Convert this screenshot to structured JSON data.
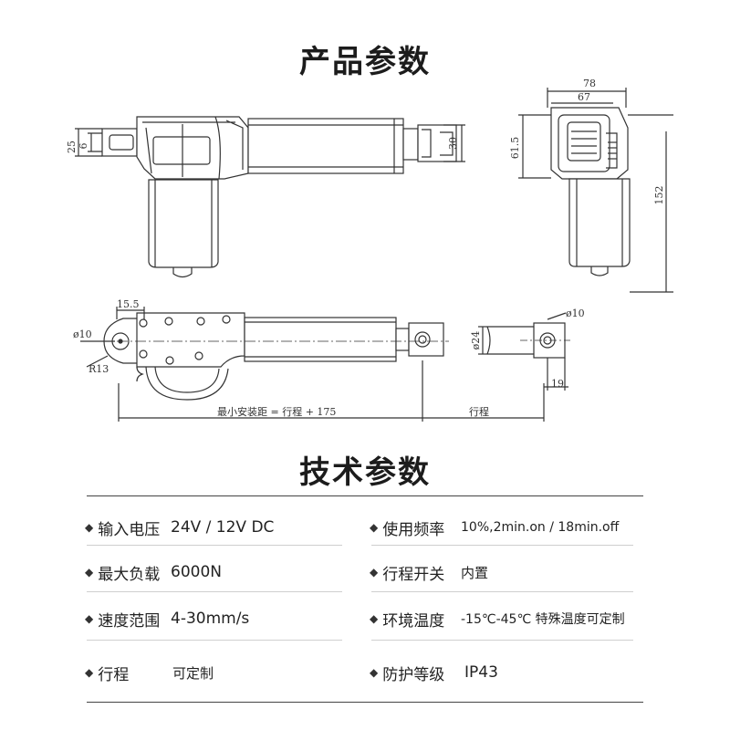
{
  "titles": {
    "product": "产品参数",
    "tech": "技术参数"
  },
  "dims": {
    "d25": "25",
    "d6": "6",
    "d30": "30",
    "d78": "78",
    "d67": "67",
    "d615": "61.5",
    "d152": "152",
    "d155": "15.5",
    "phi10a": "ø10",
    "r13": "R13",
    "phi24": "ø24",
    "phi10b": "ø10",
    "d19": "19",
    "min_install": "最小安装距 = 行程 + 175",
    "stroke": "行程"
  },
  "specs": {
    "left": [
      {
        "label": "输入电压",
        "value": "24V / 12V DC"
      },
      {
        "label": "最大负载",
        "value": "6000N"
      },
      {
        "label": "速度范围",
        "value": "4-30mm/s"
      },
      {
        "label": "行程",
        "value": "可定制"
      }
    ],
    "right": [
      {
        "label": "使用频率",
        "value": "10%,2min.on / 18min.off"
      },
      {
        "label": "行程开关",
        "value": "内置"
      },
      {
        "label": "环境温度",
        "value": "-15℃-45℃ 特殊温度可定制"
      },
      {
        "label": "防护等级",
        "value": "IP43"
      }
    ],
    "bullet": "◆"
  }
}
